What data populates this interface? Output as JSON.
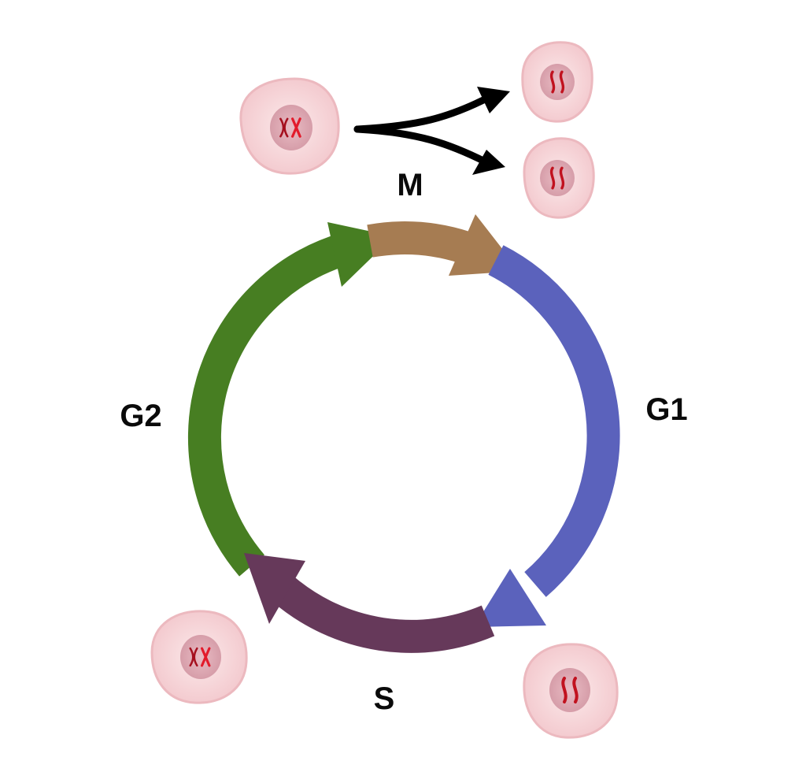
{
  "diagram": {
    "phases": [
      {
        "key": "m",
        "label": "M",
        "color": "#a67c52"
      },
      {
        "key": "g1",
        "label": "G1",
        "color": "#5b62bc"
      },
      {
        "key": "s",
        "label": "S",
        "color": "#66395a"
      },
      {
        "key": "g2",
        "label": "G2",
        "color": "#477e22"
      }
    ],
    "cell_fill": "#f5d3d6",
    "cell_edge": "#e8b2b8",
    "nucleus_fill": "#d9a0ab",
    "chromosome_color": "#c1121f",
    "arrow_color": "#000000"
  }
}
